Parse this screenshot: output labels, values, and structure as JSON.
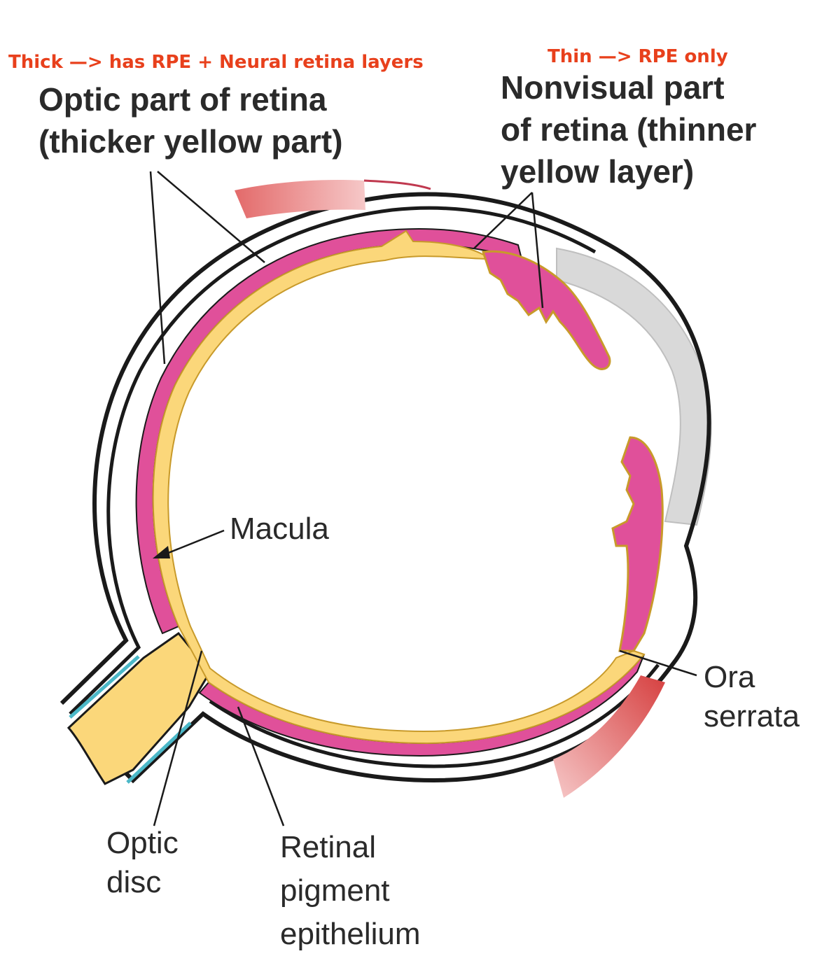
{
  "annotations": {
    "thick": "Thick —> has RPE + Neural retina layers",
    "thin": "Thin —> RPE only"
  },
  "titles": {
    "optic_part": [
      "Optic part of retina",
      "(thicker yellow part)"
    ],
    "nonvisual_part": [
      "Nonvisual part",
      "of retina (thinner",
      "yellow layer)"
    ]
  },
  "labels": {
    "macula": "Macula",
    "ora_serrata": [
      "Ora",
      "serrata"
    ],
    "optic_disc": [
      "Optic",
      "disc"
    ],
    "rpe": [
      "Retinal",
      "pigment",
      "epithelium"
    ]
  },
  "colors": {
    "annotation": "#e8401c",
    "neural_retina": "#fbd77a",
    "rpe": "#e0509a",
    "ciliary": "#e36a6a",
    "lens_region": "#d9d9d9",
    "nerve_sheath": "#4bb8c8",
    "outline": "#1a1a1a"
  }
}
